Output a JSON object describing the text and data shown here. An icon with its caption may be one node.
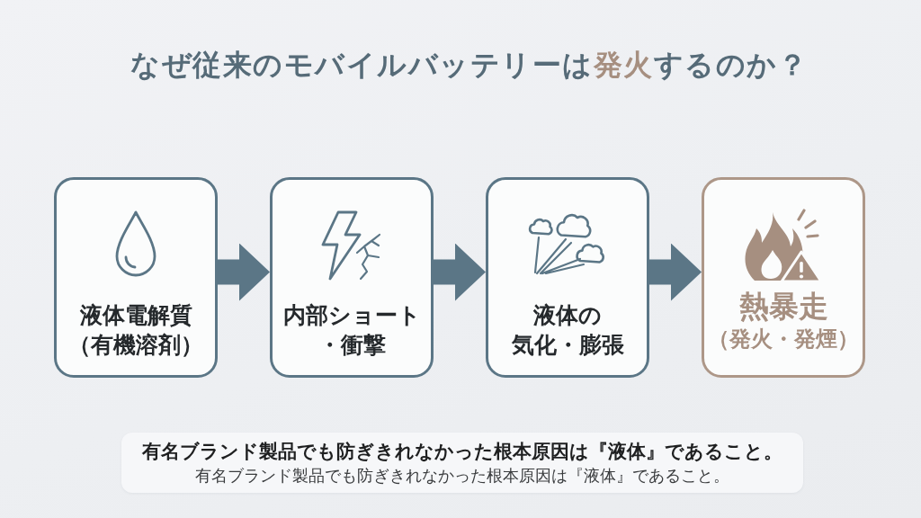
{
  "diagram": {
    "title": "なぜ従来のモバイルバッテリーは**発火**するのか？",
    "nodes": [
      {
        "text": [
          "液体電解質（有機溶剤）"
        ]
      },
      {
        "text": [
          "内部ショート・衝撃"
        ]
      },
      {
        "text": [
          "液体の気化・膨張"
        ]
      },
      {
        "text": [
          "熱暴走",
          "（発火・発煙）"
        ]
      },
      {
        "text": [
          "有名ブランド製品でも防ぎきれなかった根本原因は『液体』であること。",
          "有名ブランド製品でも防ぎきれなかった根本原因は『液体』であること。"
        ]
      }
    ],
    "edges": [
      {
        "from": 0,
        "to": 1,
        "arrow": "to"
      },
      {
        "from": 1,
        "to": 2,
        "arrow": "to"
      },
      {
        "from": 2,
        "to": 3,
        "arrow": "to"
      }
    ]
  }
}
